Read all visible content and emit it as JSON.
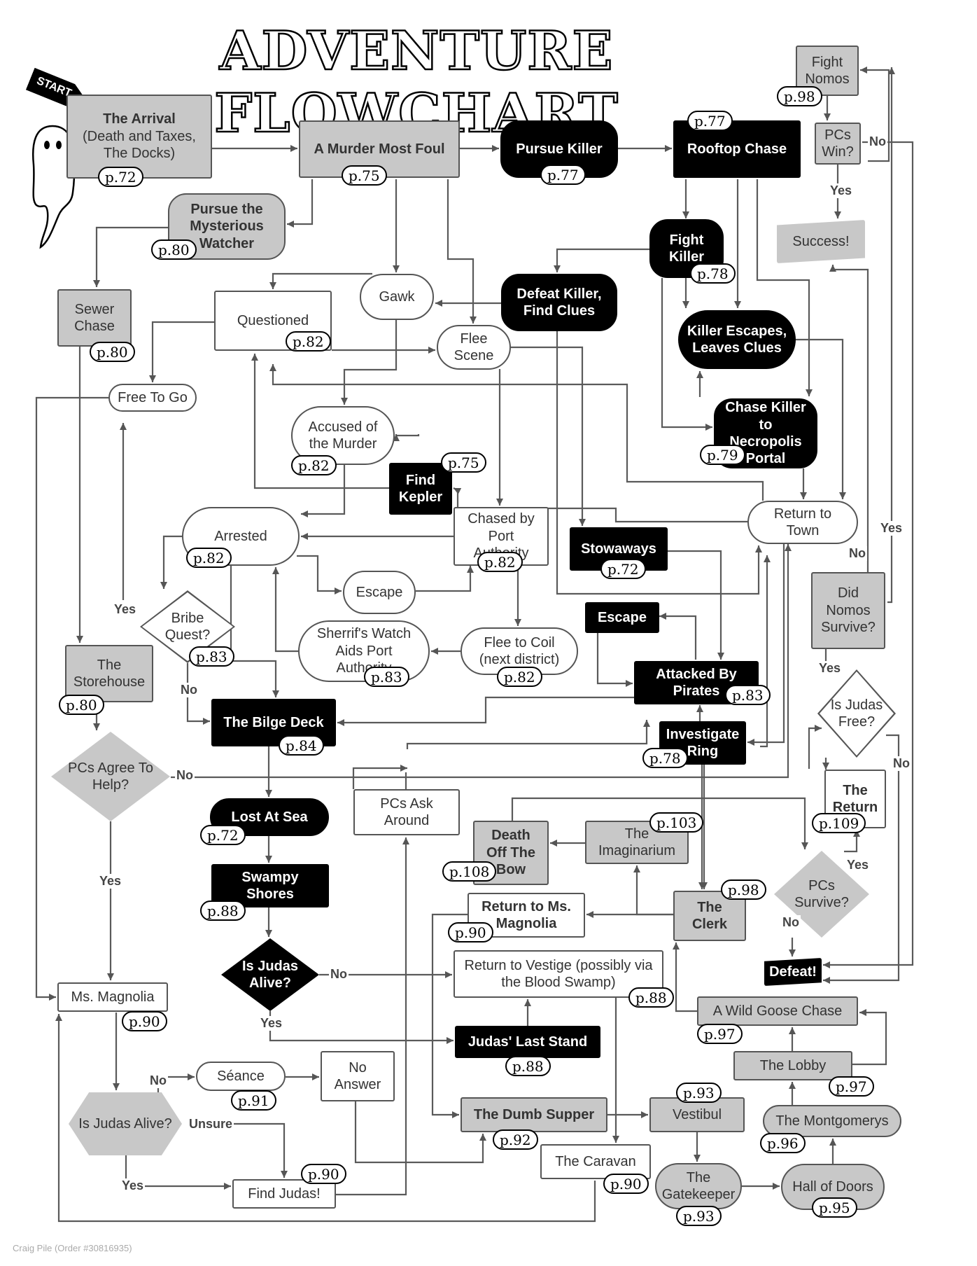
{
  "title": "ADVENTURE FLOWCHART",
  "start_label": "START",
  "credit": "Craig Pile (Order #30816935)",
  "nodes": {
    "arrival": {
      "text": "The Arrival",
      "sub": "(Death and Taxes, The Docks)",
      "page": "p.72"
    },
    "murder": {
      "text": "A Murder Most Foul",
      "page": "p.75"
    },
    "pursue_killer": {
      "text": "Pursue Killer",
      "page": "p.77"
    },
    "rooftop": {
      "text": "Rooftop Chase",
      "page": "p.77"
    },
    "fight_nomos": {
      "text": "Fight Nomos",
      "page": "p.98"
    },
    "pcs_win": {
      "text": "PCs Win?"
    },
    "success": {
      "text": "Success!"
    },
    "pursue_watcher": {
      "text": "Pursue the Mysterious Watcher",
      "page": "p.80"
    },
    "sewer": {
      "text": "Sewer Chase",
      "page": "p.80"
    },
    "questioned": {
      "text": "Questioned",
      "page": "p.82"
    },
    "gawk": {
      "text": "Gawk"
    },
    "defeat_killer": {
      "text": "Defeat Killer, Find Clues"
    },
    "fight_killer": {
      "text": "Fight Killer",
      "page": "p.78"
    },
    "killer_escapes": {
      "text": "Killer Escapes, Leaves Clues"
    },
    "flee_scene": {
      "text": "Flee Scene"
    },
    "free_to_go": {
      "text": "Free To Go"
    },
    "accused": {
      "text": "Accused of the Murder",
      "page": "p.82"
    },
    "find_kepler": {
      "text": "Find Kepler",
      "page": "p.75"
    },
    "chase_necropolis": {
      "text": "Chase Killer to Necropolis Portal",
      "page": "p.79"
    },
    "return_town": {
      "text": "Return to Town"
    },
    "arrested": {
      "text": "Arrested",
      "page": "p.82"
    },
    "chased_port": {
      "text": "Chased by Port Authority",
      "page": "p.82"
    },
    "stowaways": {
      "text": "Stowaways",
      "page": "p.72"
    },
    "escape1": {
      "text": "Escape"
    },
    "bribe": {
      "text": "Bribe Quest?",
      "page": "p.83"
    },
    "sheriff": {
      "text": "Sherrif's Watch Aids Port Authority",
      "page": "p.83"
    },
    "flee_coil": {
      "text": "Flee to Coil (next district)",
      "page": "p.82"
    },
    "escape2": {
      "text": "Escape"
    },
    "attacked_pirates": {
      "text": "Attacked By Pirates",
      "page": "p.83"
    },
    "did_nomos": {
      "text": "Did Nomos Survive?"
    },
    "storehouse": {
      "text": "The Storehouse",
      "page": "p.80"
    },
    "bilge": {
      "text": "The Bilge Deck",
      "page": "p.84"
    },
    "investigate": {
      "text": "Investigate Ring",
      "page": "p.78"
    },
    "judas_free": {
      "text": "Is Judas Free?"
    },
    "pcs_agree": {
      "text": "PCs Agree To Help?"
    },
    "lost_sea": {
      "text": "Lost At Sea",
      "page": "p.72"
    },
    "pcs_ask": {
      "text": "PCs Ask Around"
    },
    "the_return": {
      "text": "The Return",
      "page": "p.109"
    },
    "death_bow": {
      "text": "Death Off The Bow",
      "page": "p.108"
    },
    "imaginarium": {
      "text": "The Imaginarium",
      "page": "p.103"
    },
    "swampy": {
      "text": "Swampy Shores",
      "page": "p.88"
    },
    "pcs_survive": {
      "text": "PCs Survive?"
    },
    "return_magnolia": {
      "text": "Return to Ms. Magnolia",
      "page": "p.90"
    },
    "clerk": {
      "text": "The Clerk",
      "page": "p.98"
    },
    "judas_alive1": {
      "text": "Is Judas Alive?"
    },
    "return_vestige": {
      "text": "Return to Vestige (possibly via the Blood Swamp)",
      "page": "p.88"
    },
    "defeat": {
      "text": "Defeat!"
    },
    "magnolia": {
      "text": "Ms. Magnolia",
      "page": "p.90"
    },
    "wild_goose": {
      "text": "A Wild Goose Chase",
      "page": "p.97"
    },
    "judas_last": {
      "text": "Judas' Last Stand",
      "page": "p.88"
    },
    "seance": {
      "text": "Séance",
      "page": "p.91"
    },
    "no_answer": {
      "text": "No Answer"
    },
    "lobby": {
      "text": "The Lobby",
      "page": "p.97"
    },
    "judas_alive2": {
      "text": "Is Judas Alive?"
    },
    "dumb_supper": {
      "text": "The Dumb Supper",
      "page": "p.92"
    },
    "vestibul": {
      "text": "Vestibul",
      "page": "p.93"
    },
    "montgomerys": {
      "text": "The Montgomerys",
      "page": "p.96"
    },
    "caravan": {
      "text": "The Caravan",
      "page": "p.90"
    },
    "find_judas": {
      "text": "Find Judas!",
      "page": "p.90"
    },
    "gatekeeper": {
      "text": "The Gatekeeper",
      "page": "p.93"
    },
    "hall_doors": {
      "text": "Hall of Doors",
      "page": "p.95"
    }
  },
  "edge_labels": {
    "no": "No",
    "yes": "Yes",
    "unsure": "Unsure"
  }
}
